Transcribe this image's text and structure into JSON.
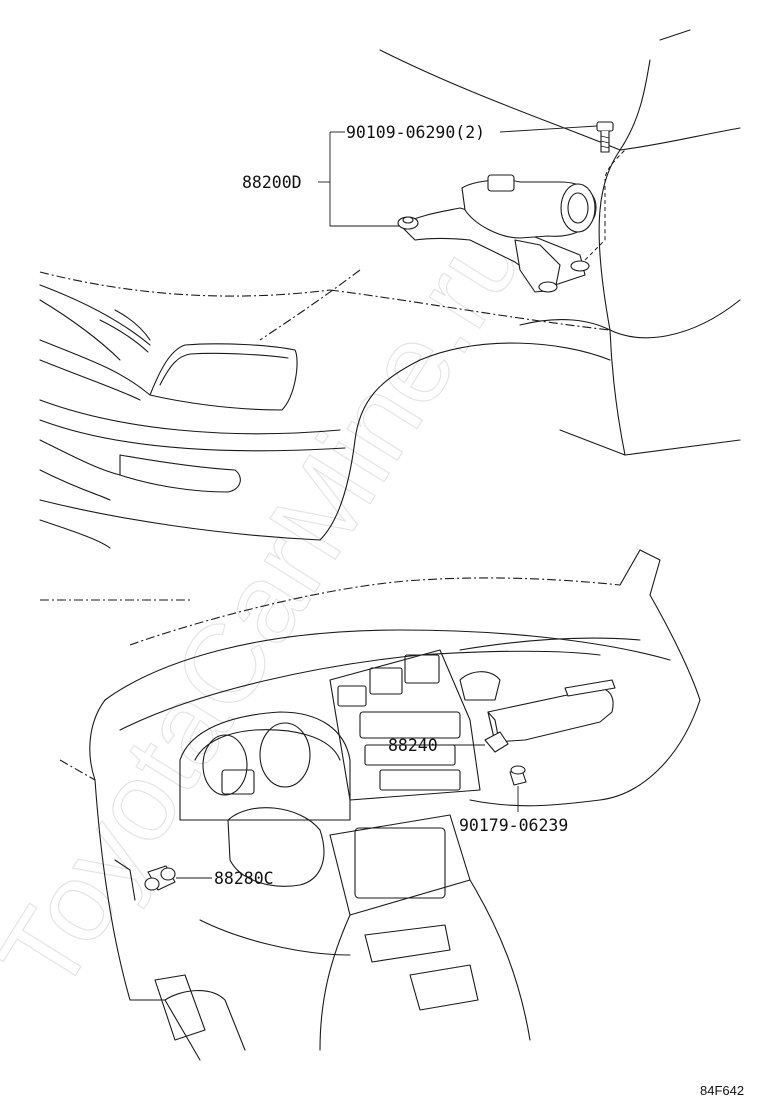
{
  "parts": {
    "bolt_top": "90109-06290(2)",
    "wiper_motor": "88200D",
    "amplifier": "88240",
    "nut": "90179-06239",
    "sensor": "88280C"
  },
  "diagram_code": "84F642",
  "watermark": "ToyotaCarMine.ru"
}
